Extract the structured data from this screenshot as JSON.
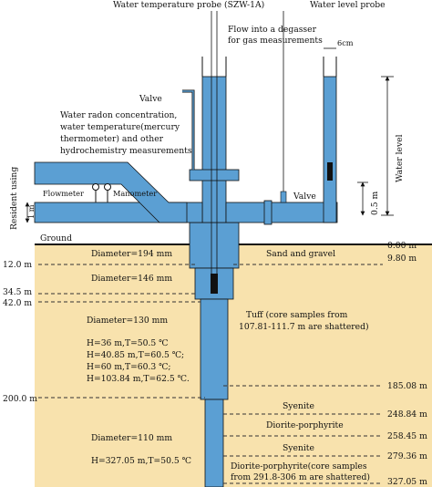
{
  "labels": {
    "water_temp_probe": "Water temperature probe (SZW-1A)",
    "water_level_probe": "Water level probe",
    "flow_degasser_1": "Flow into a degasser",
    "flow_degasser_2": "for gas measurements",
    "six_cm": "6cm",
    "valve_top": "Valve",
    "valve_right": "Valve",
    "radon_1": "Water radon concentration,",
    "radon_2": "water temperature(mercury",
    "radon_3": "thermometer) and other",
    "radon_4": "hydrochemistry measurements",
    "water_level": "Water level",
    "half_m": "0.5 m",
    "resident_using": "Resident using",
    "one_m": "1 m",
    "flowmeter": "Flowmeter",
    "manometer": "Manometer",
    "ground": "Ground"
  },
  "left_depths": [
    "12.0 m",
    "34.5 m",
    "42.0 m",
    "200.0 m"
  ],
  "right_depths": [
    "0.00 m",
    "9.80 m",
    "185.08 m",
    "248.84 m",
    "258.45 m",
    "279.36 m",
    "327.05 m"
  ],
  "layers": {
    "sand_gravel": "Sand and gravel",
    "tuff_1": "Tuff (core samples from",
    "tuff_2": "107.81-111.7 m are shattered)",
    "syenite_1": "Syenite",
    "diorite_porphyrite": "Diorite-porphyrite",
    "syenite_2": "Syenite",
    "diorite_2_1": "Diorite-porphyrite(core samples",
    "diorite_2_2": "from 291.8-306 m are shattered)"
  },
  "well": {
    "diameter_194": "Diameter=194 mm",
    "diameter_146": "Diameter=146 mm",
    "diameter_130": "Diameter=130 mm",
    "measure_1": "H=36 m,T=50.5 ℃",
    "measure_2": "H=40.85 m,T=60.5 ℃;",
    "measure_3": "H=60 m,T=60.3 ℃;",
    "measure_4": "H=103.84 m,T=62.5 ℃.",
    "diameter_110": "Diameter=110 mm",
    "measure_5": "H=327.05 m,T=50.5 ℃"
  },
  "colors": {
    "ground_fill": "#f8e2ad",
    "water": "#5b9fd3",
    "line": "#111111"
  }
}
